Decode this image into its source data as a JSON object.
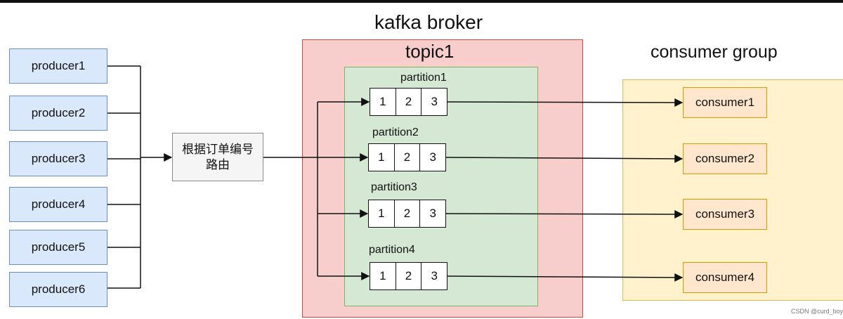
{
  "diagram": {
    "broker_title": "kafka broker",
    "topic_title": "topic1",
    "group_title": "consumer group",
    "router_lines": [
      "根据订单编号",
      "路由"
    ],
    "producers": [
      "producer1",
      "producer2",
      "producer3",
      "producer4",
      "producer5",
      "producer6"
    ],
    "partitions": [
      {
        "label": "partition1",
        "cells": [
          "1",
          "2",
          "3"
        ]
      },
      {
        "label": "partition2",
        "cells": [
          "1",
          "2",
          "3"
        ]
      },
      {
        "label": "partition3",
        "cells": [
          "1",
          "2",
          "3"
        ]
      },
      {
        "label": "partition4",
        "cells": [
          "1",
          "2",
          "3"
        ]
      }
    ],
    "consumers": [
      "consumer1",
      "consumer2",
      "consumer3",
      "consumer4"
    ],
    "watermark": "CSDN @curd_boy"
  },
  "colors": {
    "broker_fill": "#f8cecc",
    "topic_fill": "#d5e8d4",
    "group_fill": "#fff2cc",
    "producer_fill": "#dae8fc",
    "consumer_fill": "#ffe6cc",
    "router_fill": "#f5f5f5"
  }
}
